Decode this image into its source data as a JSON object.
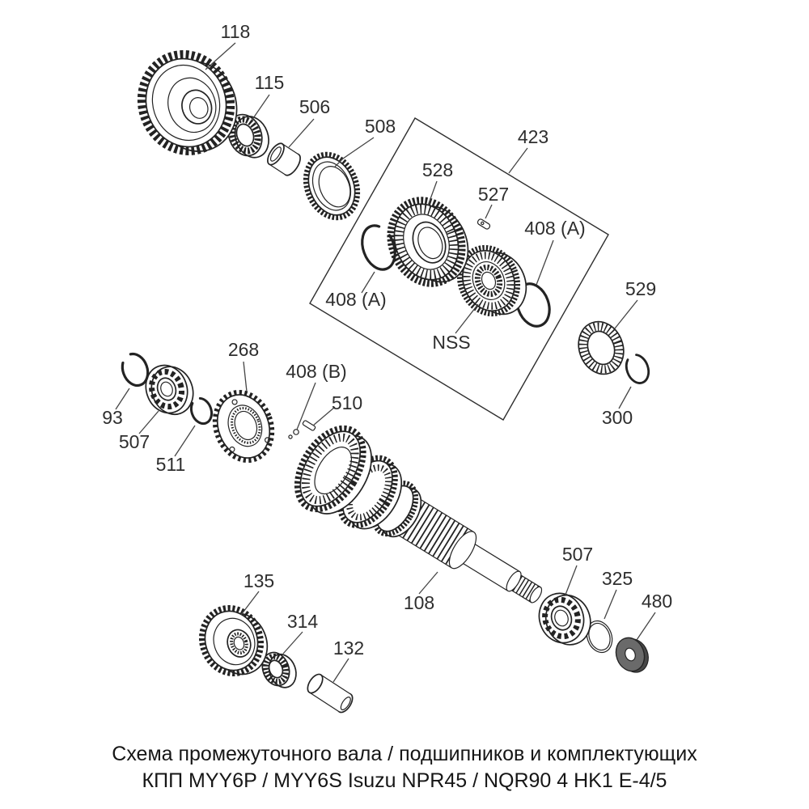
{
  "colors": {
    "background": "#ffffff",
    "ink": "#232323"
  },
  "labels": {
    "p118": "118",
    "p115": "115",
    "p506": "506",
    "p508": "508",
    "p423": "423",
    "p528": "528",
    "p527": "527",
    "p408a_left": "408 (A)",
    "p408a_right": "408 (A)",
    "nss": "NSS",
    "p529": "529",
    "p300": "300",
    "p93": "93",
    "p507_left": "507",
    "p511": "511",
    "p268": "268",
    "p408b": "408 (B)",
    "p510": "510",
    "p108": "108",
    "p135": "135",
    "p314": "314",
    "p132": "132",
    "p507_right": "507",
    "p325": "325",
    "p480": "480"
  },
  "caption": {
    "line1": "Схема промежуточного вала / подшипников и комплектующих",
    "line2": "КПП MYY6P / MYY6S Isuzu NPR45 / NQR90 4 HK1 E-4/5"
  }
}
